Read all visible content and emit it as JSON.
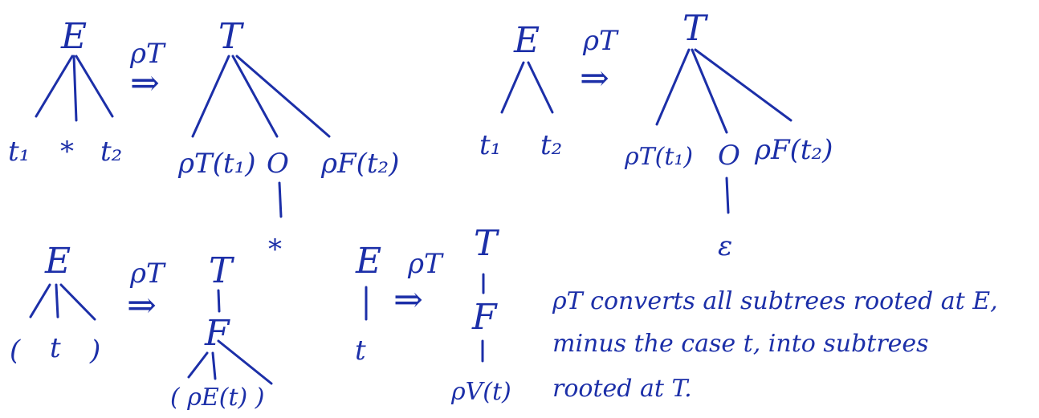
{
  "colors": {
    "ink": "#1c2fa8",
    "background": "#ffffff"
  },
  "diagram1": {
    "root": "E",
    "arrow_label": "ρT",
    "arrow": "⇒",
    "leaves": [
      "t₁",
      "*",
      "t₂"
    ],
    "result_root": "T",
    "result_children": [
      "ρT(t₁)",
      "O",
      "ρF(t₂)"
    ],
    "o_child": "*"
  },
  "diagram2": {
    "root": "E",
    "arrow_label": "ρT",
    "arrow": "⇒",
    "leaves": [
      "t₁",
      "t₂"
    ],
    "result_root": "T",
    "result_children": [
      "ρT(t₁)",
      "O",
      "ρF(t₂)"
    ],
    "o_child": "ε"
  },
  "diagram3": {
    "root": "E",
    "arrow_label": "ρT",
    "arrow": "⇒",
    "leaves": [
      "(",
      "t",
      ")"
    ],
    "result_root": "T",
    "result_mid": "F",
    "result_leaves": "( ρE(t) )"
  },
  "diagram4": {
    "root": "E",
    "arrow_label": "ρT",
    "arrow": "⇒",
    "leaf": "t",
    "result_root": "T",
    "result_mid": "F",
    "result_leaf": "ρV(t)"
  },
  "note": {
    "line1": "ρT converts all subtrees rooted at E,",
    "line2": "minus the case t, into subtrees",
    "line3": "rooted at T."
  }
}
